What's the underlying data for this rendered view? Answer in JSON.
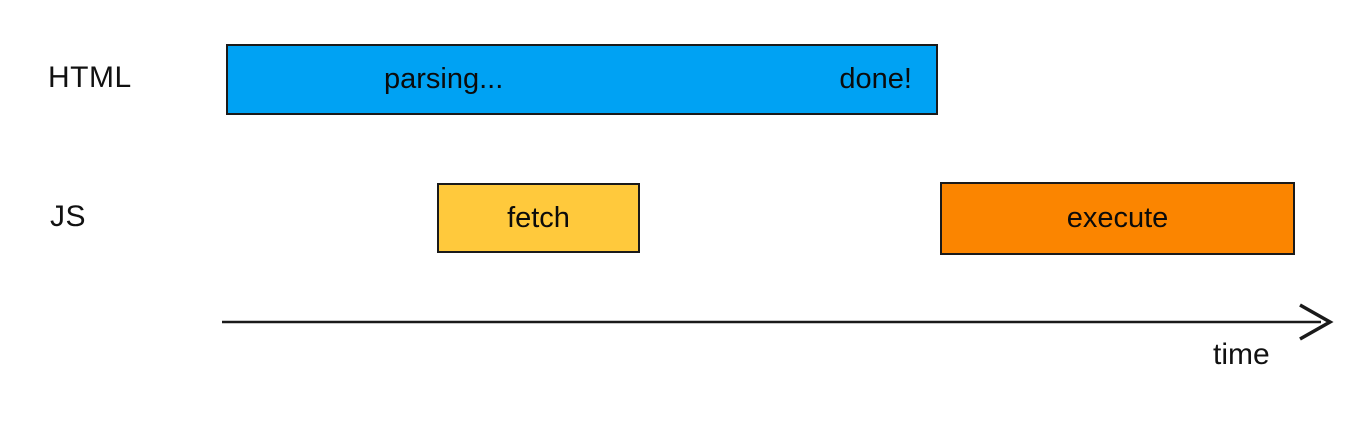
{
  "rows": {
    "html": {
      "label": "HTML",
      "parsing_bar": {
        "left_text": "parsing...",
        "right_text": "done!",
        "color": "#00a2f3"
      }
    },
    "js": {
      "label": "JS",
      "fetch_bar": {
        "text": "fetch",
        "color": "#ffc93c"
      },
      "execute_bar": {
        "text": "execute",
        "color": "#fb8500"
      }
    }
  },
  "axis": {
    "label": "time",
    "color": "#1a1a1a"
  },
  "border_color": "#1a1a1a"
}
